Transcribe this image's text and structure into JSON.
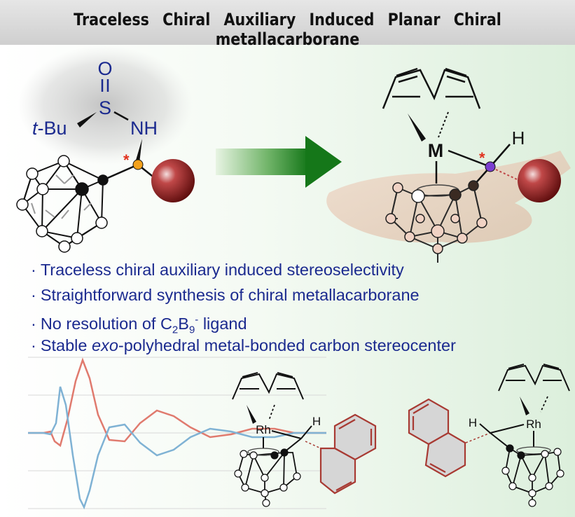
{
  "banner": {
    "title": "Traceless  Chiral  Auxiliary  Induced  Planar  Chiral  metallacarborane"
  },
  "left_structure": {
    "oxygen": "O",
    "sulfur": "S",
    "tbu_italic": "t",
    "tbu_rest": "-Bu",
    "amine": "NH",
    "stereo_mark": "*"
  },
  "right_structure": {
    "metal": "M",
    "hydrogen": "H",
    "stereo_mark": "*"
  },
  "bullets": [
    {
      "pre": "Traceless chiral auxiliary induced stereoselectivity"
    },
    {
      "pre": "Straightforward synthesis of chiral metallacarborane"
    },
    {
      "pre": "No resolution of C",
      "sub1": "2",
      "mid": "B",
      "sub2": "9",
      "sup": "-",
      "post": " ligand"
    },
    {
      "pre": "Stable ",
      "ital": "exo",
      "post": "-polyhedral metal-bonded carbon stereocenter"
    }
  ],
  "bottom_left_complex": {
    "metal": "Rh",
    "hydrogen": "H"
  },
  "bottom_right_complex": {
    "metal": "Rh",
    "hydrogen": "H"
  },
  "colors": {
    "title_text": "#111111",
    "bullet_text": "#1b2a8f",
    "arrow": "#1e7f23",
    "sphere": "#9a2020",
    "cd_red": "#e07a6e",
    "cd_blue": "#7fb2d4",
    "naphthalene_stroke": "#a83a33",
    "naphthalene_fill": "#d6d6d6"
  }
}
